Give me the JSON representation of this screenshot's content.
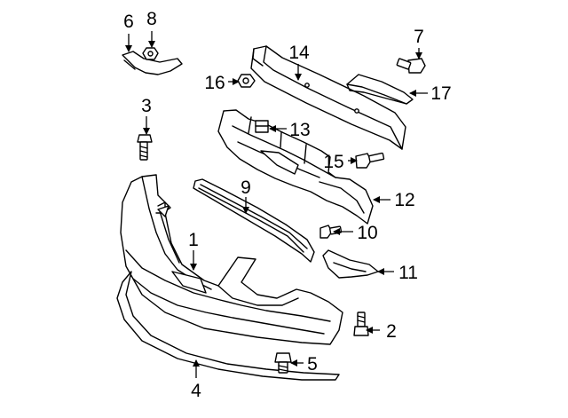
{
  "diagram": {
    "colors": {
      "line": "#000000",
      "fill": "#ffffff",
      "bg": "#ffffff"
    },
    "callouts": {
      "c1": "1",
      "c2": "2",
      "c3": "3",
      "c4": "4",
      "c5": "5",
      "c6": "6",
      "c7": "7",
      "c8": "8",
      "c9": "9",
      "c10": "10",
      "c11": "11",
      "c12": "12",
      "c13": "13",
      "c14": "14",
      "c15": "15",
      "c16": "16",
      "c17": "17"
    }
  }
}
